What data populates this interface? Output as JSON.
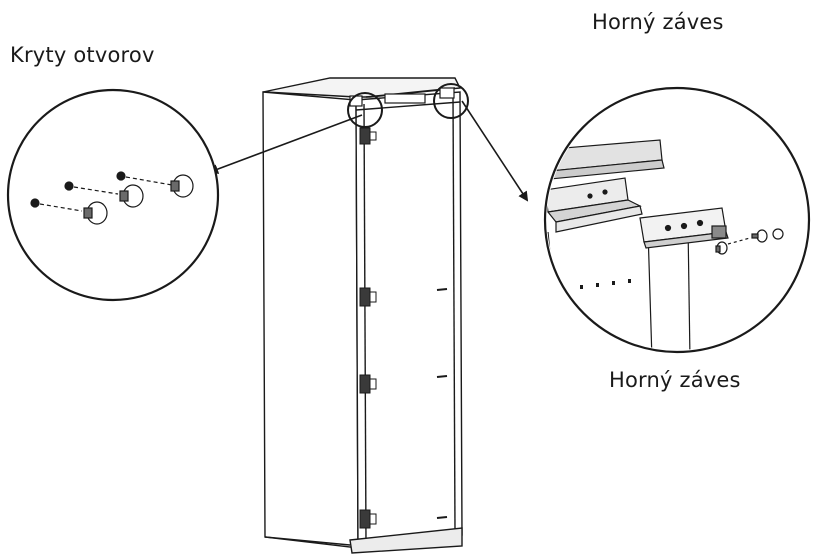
{
  "labels": {
    "left": "Kryty otvorov",
    "top_right": "Horný záves",
    "bottom_right": "Horný záves"
  },
  "colors": {
    "stroke": "#1a1a1a",
    "paper": "#ffffff",
    "shade": "#dcdcdc",
    "hardware": "#3a3a3a"
  }
}
